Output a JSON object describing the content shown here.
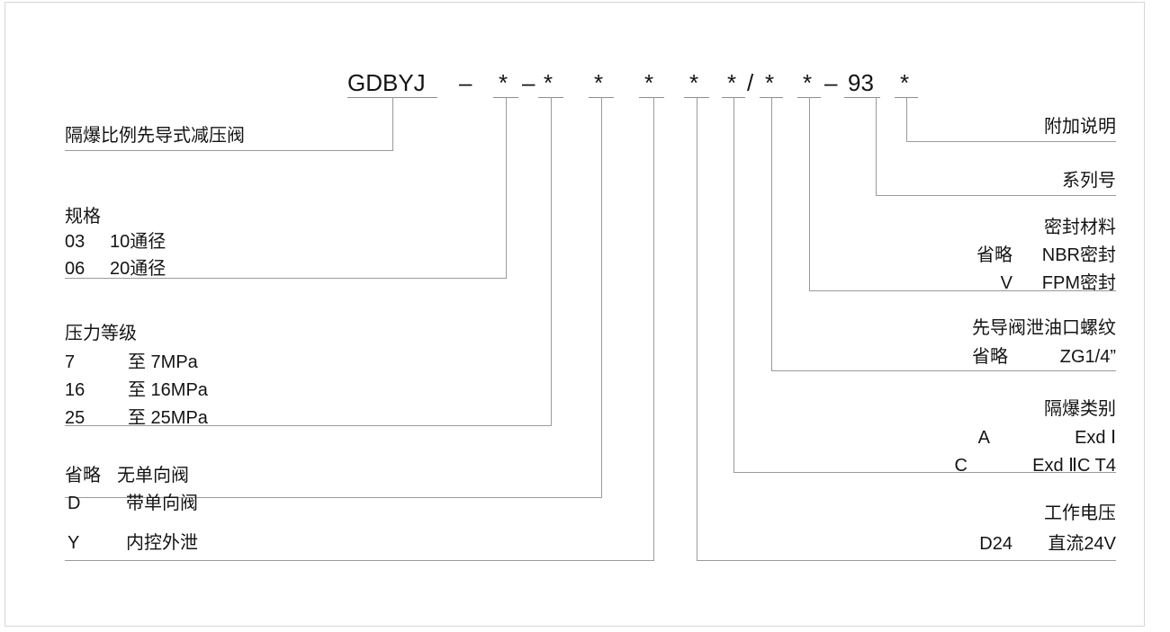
{
  "diagram": {
    "title_code": "GDBYJ – *–* * * * */* *– 93 *",
    "code_segments": [
      {
        "text": "GDBYJ",
        "underlined": true
      },
      {
        "text": "–",
        "underlined": false
      },
      {
        "text": "*",
        "underlined": true
      },
      {
        "text": "–",
        "underlined": false
      },
      {
        "text": "*",
        "underlined": true
      },
      {
        "text": "*",
        "underlined": true
      },
      {
        "text": "*",
        "underlined": true
      },
      {
        "text": "*",
        "underlined": true
      },
      {
        "text": "*",
        "underlined": true
      },
      {
        "text": "/",
        "underlined": false
      },
      {
        "text": "*",
        "underlined": true
      },
      {
        "text": "*",
        "underlined": true
      },
      {
        "text": "–",
        "underlined": false
      },
      {
        "text": "93",
        "underlined": true
      },
      {
        "text": "*",
        "underlined": true
      }
    ],
    "left_groups": [
      {
        "name": "product-name",
        "lines": [
          {
            "col1": "隔爆比例先导式减压阀",
            "col2": ""
          }
        ]
      },
      {
        "name": "specification",
        "lines": [
          {
            "col1": "规格",
            "col2": ""
          },
          {
            "col1": "03",
            "col2": "10通径"
          },
          {
            "col1": "06",
            "col2": "20通径"
          }
        ]
      },
      {
        "name": "pressure-rating",
        "lines": [
          {
            "col1": "压力等级",
            "col2": ""
          },
          {
            "col1": "7",
            "col2": "至 7MPa"
          },
          {
            "col1": "16",
            "col2": "至 16MPa"
          },
          {
            "col1": "25",
            "col2": "至 25MPa"
          }
        ]
      },
      {
        "name": "check-valve",
        "lines": [
          {
            "col1": "省略",
            "col2": "无单向阀"
          },
          {
            "col1": "D",
            "col2": "带单向阀"
          }
        ]
      },
      {
        "name": "control-drain",
        "lines": [
          {
            "col1": "Y",
            "col2": "内控外泄"
          }
        ]
      }
    ],
    "right_groups": [
      {
        "name": "additional-note",
        "lines": [
          {
            "col1": "",
            "col2": "附加说明"
          }
        ]
      },
      {
        "name": "series-number",
        "lines": [
          {
            "col1": "",
            "col2": "系列号"
          }
        ]
      },
      {
        "name": "seal-material",
        "lines": [
          {
            "col1": "",
            "col2": "密封材料"
          },
          {
            "col1": "省略",
            "col2": "NBR密封"
          },
          {
            "col1": "V",
            "col2": "FPM密封"
          }
        ]
      },
      {
        "name": "pilot-drain-thread",
        "lines": [
          {
            "col1": "",
            "col2": "先导阀泄油口螺纹"
          },
          {
            "col1": "省略",
            "col2": "ZG1/4”"
          }
        ]
      },
      {
        "name": "explosion-proof-class",
        "lines": [
          {
            "col1": "",
            "col2": "隔爆类别"
          },
          {
            "col1": "A",
            "col2": "Exd Ⅰ"
          },
          {
            "col1": "C",
            "col2": "Exd ⅡC T4"
          }
        ]
      },
      {
        "name": "working-voltage",
        "lines": [
          {
            "col1": "",
            "col2": "工作电压"
          },
          {
            "col1": "D24",
            "col2": "直流24V"
          }
        ]
      }
    ]
  }
}
